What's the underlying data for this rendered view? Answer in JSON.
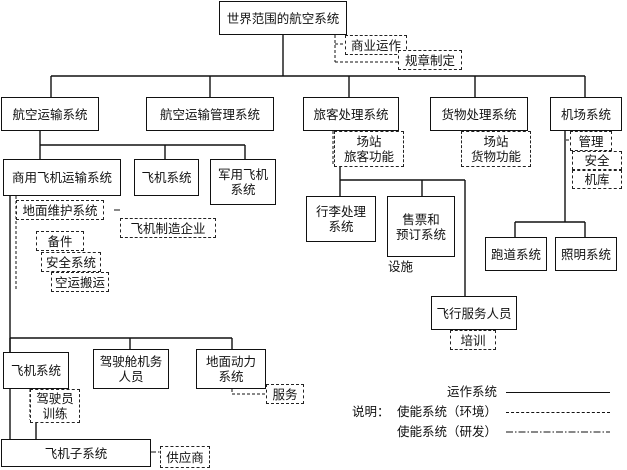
{
  "root": "世界范围的航空系统",
  "root_enablers": [
    "商业运作",
    "规章制定"
  ],
  "level1": {
    "air_transport": "航空运输系统",
    "air_transport_mgmt": "航空运输管理系统",
    "passenger": "旅客处理系统",
    "cargo": "货物处理系统",
    "airport": "机场系统"
  },
  "passenger_enablers": [
    "场站",
    "旅客功能"
  ],
  "cargo_enablers": [
    "场站",
    "货物功能"
  ],
  "airport_enablers": [
    "管理",
    "安全",
    "机库"
  ],
  "level2": {
    "commercial": "商用飞机运输系统",
    "aircraft": "飞机系统",
    "military": [
      "军用飞机",
      "系统"
    ],
    "baggage": [
      "行李处理",
      "系统"
    ],
    "ticketing": [
      "售票和",
      "预订系统"
    ],
    "runway": "跑道系统",
    "lighting": "照明系统"
  },
  "facilities": "设施",
  "flight_service": "飞行服务人员",
  "training": "培训",
  "commercial_enablers": [
    "地面维护系统",
    "备件",
    "安全系统",
    "空运搬运"
  ],
  "manufacturer": "飞机制造企业",
  "level3": {
    "aircraft_system": "飞机系统",
    "cockpit_crew": [
      "驾驶舱机务",
      "人员"
    ],
    "ground_power": [
      "地面动力",
      "系统"
    ]
  },
  "pilot_training": [
    "驾驶员",
    "训练"
  ],
  "service": "服务",
  "subsystem": "飞机子系统",
  "supplier": "供应商",
  "legend": {
    "title": "说明：",
    "operational": "运作系统",
    "enabling_env": "使能系统（环境）",
    "enabling_dev": "使能系统（研发）"
  },
  "colors": {
    "line": "#111111",
    "background": "#ffffff"
  }
}
